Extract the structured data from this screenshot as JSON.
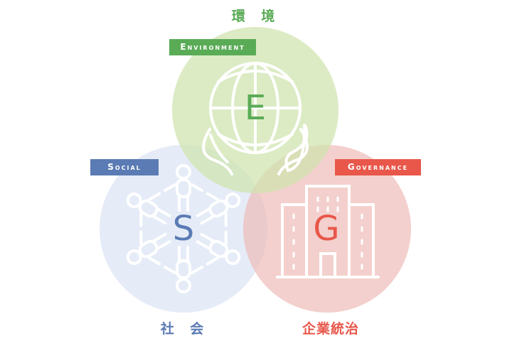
{
  "environment": {
    "title_jp": "環 境",
    "tag": "Environment",
    "letter": "E",
    "icon": "globe-leaves-icon",
    "color": "#5aab56",
    "fill": "#d9e9bd"
  },
  "social": {
    "title_jp": "社 会",
    "tag": "Social",
    "letter": "S",
    "icon": "people-circle-icon",
    "color": "#5b7bb4",
    "fill": "#e5ecf7"
  },
  "governance": {
    "title_jp": "企業統治",
    "tag": "Governance",
    "letter": "G",
    "icon": "building-icon",
    "color": "#e8574a",
    "fill": "#f3cdca"
  }
}
